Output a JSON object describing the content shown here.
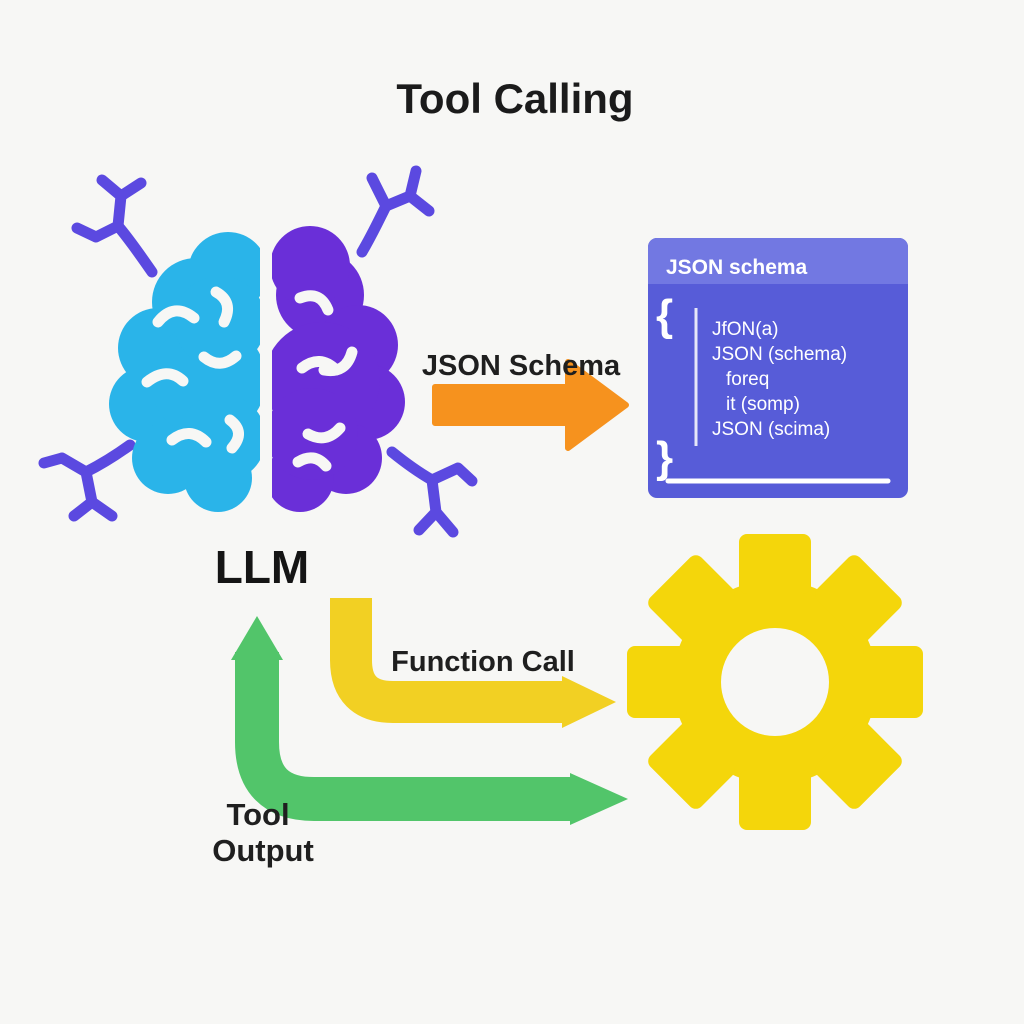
{
  "title": "Tool Calling",
  "labels": {
    "llm": "LLM",
    "json_schema_arrow": "JSON Schema",
    "function_call_arrow": "Function Call",
    "tool_output_line1": "Tool",
    "tool_output_line2": "Output"
  },
  "panel": {
    "header": "JSON schema",
    "open_brace": "{",
    "close_brace": "}",
    "code_lines": [
      "JfON(a)",
      "JSON (schema)",
      "foreq",
      "it (somp)",
      "JSON (scima)"
    ]
  },
  "colors": {
    "background": "#f7f7f5",
    "brain_left": "#2ab4e9",
    "brain_right": "#6a2fd8",
    "branches": "#5b49e0",
    "arrow_orange": "#f6921e",
    "arrow_yellow": "#f2d023",
    "arrow_green": "#52c56a",
    "gear": "#f4d60b",
    "panel_body": "#575cd8",
    "panel_header_bar": "#7278e2",
    "text_dark": "#1b1b1b",
    "panel_text": "#ffffff"
  }
}
